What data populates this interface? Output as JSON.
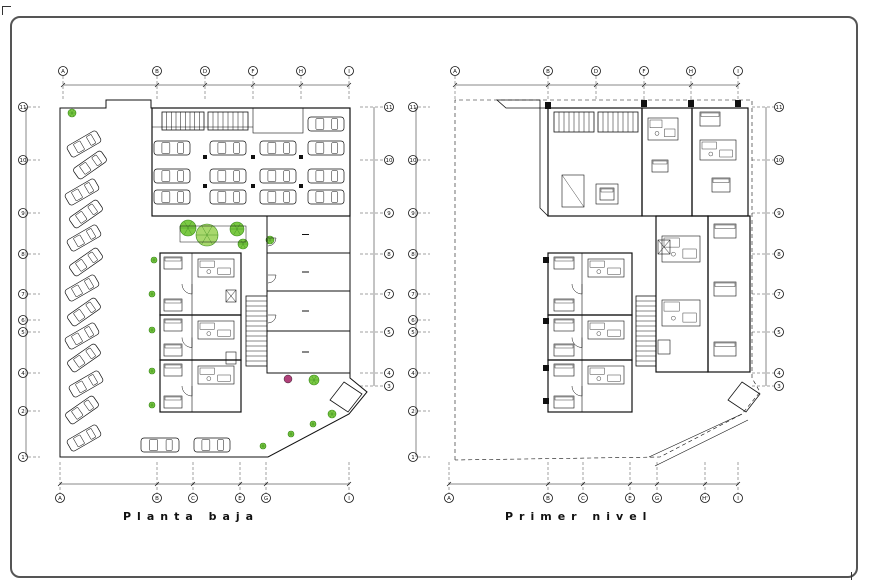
{
  "plans": [
    {
      "id": "left",
      "title": "Planta baja",
      "top_axes": [
        "A",
        "B",
        "D",
        "F",
        "H",
        "I"
      ],
      "bottom_axes": [
        "A",
        "B",
        "C",
        "E",
        "G",
        "I"
      ],
      "left_axes": [
        "11",
        "10",
        "9",
        "8",
        "7",
        "6",
        "5",
        "4",
        "2",
        "1"
      ],
      "right_axes": [
        "11",
        "10",
        "9",
        "8",
        "7",
        "5",
        "4",
        "3"
      ]
    },
    {
      "id": "right",
      "title": "Primer nivel",
      "top_axes": [
        "A",
        "B",
        "D",
        "F",
        "H",
        "I"
      ],
      "bottom_axes": [
        "A",
        "B",
        "C",
        "E",
        "G",
        "H'",
        "I"
      ],
      "left_axes": [
        "11",
        "10",
        "9",
        "8",
        "7",
        "6",
        "5",
        "4",
        "2",
        "1"
      ],
      "right_axes": [
        "11",
        "10",
        "9",
        "8",
        "7",
        "5",
        "4",
        "3"
      ]
    }
  ],
  "colors": {
    "line": "#111111",
    "frame": "#555555",
    "tree_green": "#7ac943",
    "tree_dark": "#3a8a1a",
    "flower": "#b0407a"
  }
}
